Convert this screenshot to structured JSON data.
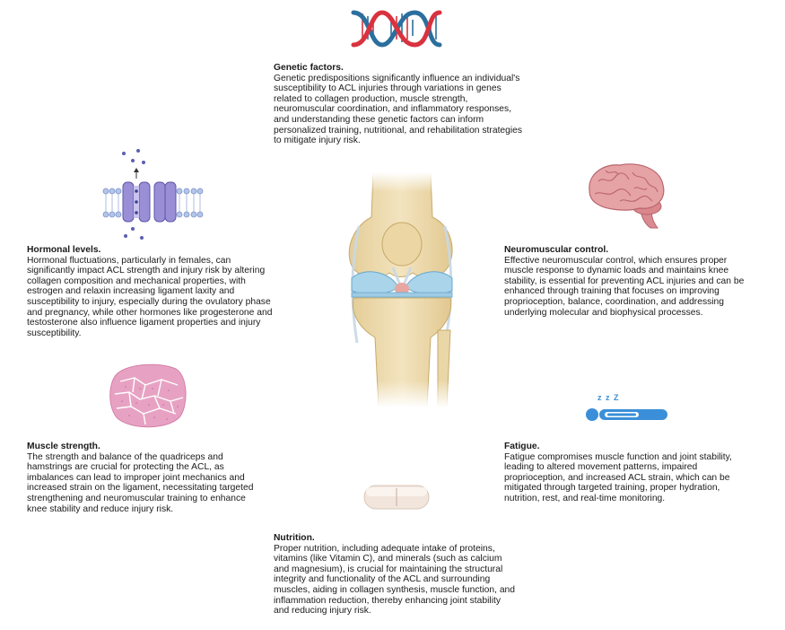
{
  "factors": {
    "genetic": {
      "title": "Genetic factors.",
      "text": "Genetic predispositions significantly influence an individual's susceptibility to ACL injuries through variations in genes related to collagen production, muscle strength, neuromuscular coordination, and inflammatory responses, and understanding these genetic factors can inform personalized training, nutritional, and rehabilitation strategies to mitigate injury risk.",
      "icon": "dna-icon"
    },
    "hormonal": {
      "title": "Hormonal levels.",
      "text": "Hormonal fluctuations, particularly in females, can significantly impact ACL strength and injury risk by altering collagen composition and mechanical properties, with estrogen and relaxin increasing ligament laxity and susceptibility to injury, especially during the ovulatory phase and pregnancy, while other hormones like progesterone and testosterone also influence ligament properties and injury susceptibility.",
      "icon": "membrane-channel-icon"
    },
    "neuromuscular": {
      "title": "Neuromuscular control.",
      "text": "Effective neuromuscular control, which ensures proper muscle response to dynamic loads and maintains knee stability, is essential for preventing ACL injuries and can be enhanced through training that focuses on improving proprioception, balance, coordination, and addressing underlying molecular and biophysical processes.",
      "icon": "brain-icon"
    },
    "muscle": {
      "title": "Muscle strength.",
      "text": "The strength and balance of the quadriceps and hamstrings are crucial for protecting the ACL, as imbalances can lead to improper joint mechanics and increased strain on the ligament, necessitating targeted strengthening and neuromuscular training to enhance knee stability and reduce injury risk.",
      "icon": "muscle-tissue-icon"
    },
    "fatigue": {
      "title": "Fatigue.",
      "text": "Fatigue compromises muscle function and joint stability, leading to altered movement patterns, impaired proprioception, and increased ACL strain, which can be mitigated through targeted training, proper hydration, nutrition, rest, and real-time monitoring.",
      "icon": "sleeping-person-icon",
      "sleep_glyph": "z z Z"
    },
    "nutrition": {
      "title": "Nutrition.",
      "text": "Proper nutrition, including adequate intake of proteins, vitamins (like Vitamin C), and minerals (such as calcium and magnesium), is crucial for maintaining the structural integrity and functionality of the ACL and surrounding muscles, aiding in collagen synthesis, muscle function, and inflammation reduction, thereby enhancing joint stability and reducing injury risk.",
      "icon": "pill-icon"
    }
  },
  "center_icon": "knee-joint-icon",
  "colors": {
    "dna_red": "#d9323f",
    "dna_blue": "#2b6f9e",
    "bone": "#efdcae",
    "cartilage": "#a9d4ea",
    "brain": "#e6a3a6",
    "muscle": "#e7a2c3",
    "channel": "#9a8fd6",
    "fatigue_blue": "#3a8fd8",
    "pill": "#f1e5dc"
  }
}
